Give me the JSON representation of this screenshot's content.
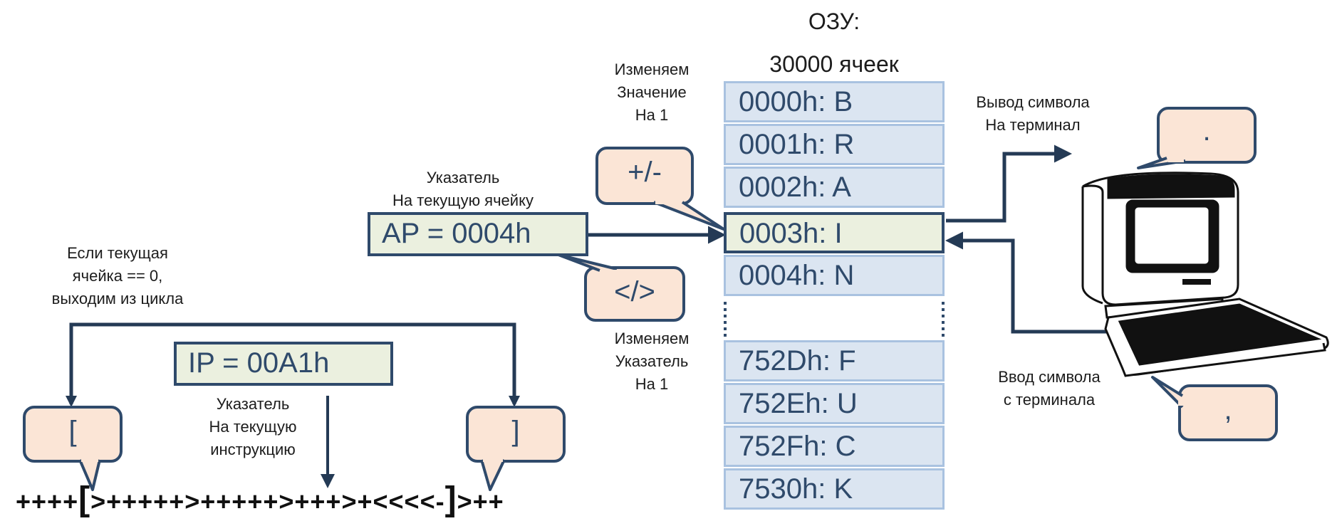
{
  "memory": {
    "title_line1": "ОЗУ:",
    "title_line2": "30000 ячеек",
    "cells": [
      {
        "addr": "0000h: B",
        "active": false
      },
      {
        "addr": "0001h: R",
        "active": false
      },
      {
        "addr": "0002h: A",
        "active": false
      },
      {
        "addr": "0003h: I",
        "active": true
      },
      {
        "addr": "0004h: N",
        "active": false
      },
      {
        "addr": "752Dh: F",
        "active": false
      },
      {
        "addr": "752Eh: U",
        "active": false
      },
      {
        "addr": "752Fh: C",
        "active": false
      },
      {
        "addr": "7530h: K",
        "active": false
      }
    ]
  },
  "labels": {
    "change_value": [
      "Изменяем",
      "Значение",
      "На 1"
    ],
    "change_pointer": [
      "Изменяем",
      "Указатель",
      "На 1"
    ],
    "cell_pointer": [
      "Указатель",
      "На текущую ячейку"
    ],
    "instr_pointer": [
      "Указатель",
      "На текущую",
      "инструкцию"
    ],
    "loop_exit": [
      "Если текущая",
      "ячейка == 0,",
      "выходим из цикла"
    ],
    "output": [
      "Вывод символа",
      "На терминал"
    ],
    "input": [
      "Ввод символа",
      "с терминала"
    ]
  },
  "registers": {
    "ap": "AP = 0004h",
    "ip": "IP = 00A1h"
  },
  "bubbles": {
    "plus_minus": "+/-",
    "shift": "</>",
    "loop_open": "[",
    "loop_close": "]",
    "out": ".",
    "in": ","
  },
  "program": {
    "before": "++++",
    "open": "[",
    "middle": ">+++++>+++++>+++>+<<<<-",
    "close": "]",
    "after": ">++"
  },
  "colors": {
    "dark_blue": "#2f4a6b",
    "cell_fill": "#dbe5f1",
    "cell_border": "#a9c2e0",
    "register_fill": "#ebf0df",
    "bubble_fill": "#fbe5d6",
    "bubble_border": "#2f4a6b"
  }
}
